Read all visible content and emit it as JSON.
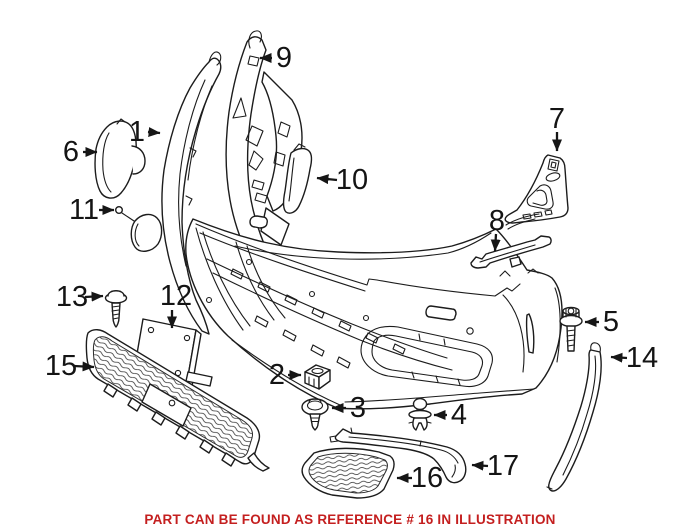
{
  "callouts": [
    "1",
    "2",
    "3",
    "4",
    "5",
    "6",
    "7",
    "8",
    "9",
    "10",
    "11",
    "12",
    "13",
    "14",
    "15",
    "16",
    "17"
  ],
  "caption": {
    "text": "PART CAN BE FOUND AS REFERENCE # 16 IN ILLUSTRATION",
    "color": "#c41f1f"
  },
  "colors": {
    "line": "#1c1c1c",
    "background": "#ffffff"
  }
}
